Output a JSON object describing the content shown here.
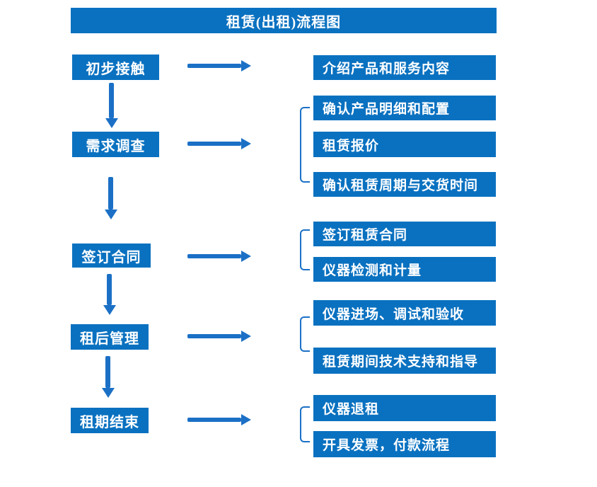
{
  "title": "租赁(出租)流程图",
  "colors": {
    "box_blue": "#0a71c0",
    "arrow_blue": "#1b70c6",
    "text_white": "#ffffff",
    "page_bg": "#ffffff"
  },
  "steps": [
    {
      "label": "初步接触",
      "details": [
        "介绍产品和服务内容"
      ]
    },
    {
      "label": "需求调查",
      "details": [
        "确认产品明细和配置",
        "租赁报价",
        "确认租赁周期与交货时间"
      ]
    },
    {
      "label": "签订合同",
      "details": [
        "签订租赁合同",
        "仪器检测和计量"
      ]
    },
    {
      "label": "租后管理",
      "details": [
        "仪器进场、调试和验收",
        "租赁期间技术支持和指导"
      ]
    },
    {
      "label": "租期结束",
      "details": [
        "仪器退租",
        "开具发票，付款流程"
      ]
    }
  ]
}
